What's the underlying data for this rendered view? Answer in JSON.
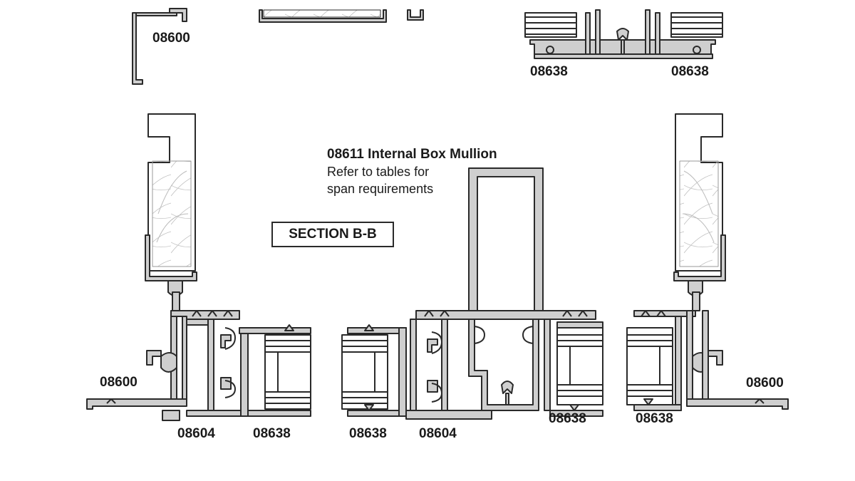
{
  "labels": {
    "top_left": "08600",
    "top_mid_left": "08638",
    "top_mid_right": "08638",
    "left_sill": "08600",
    "right_sill": "08600",
    "bottom_1": "08604",
    "bottom_2": "08638",
    "bottom_3": "08638",
    "bottom_4": "08604",
    "bottom_5": "08638",
    "bottom_6": "08638"
  },
  "mullion_note": {
    "title": "08611 Internal Box Mullion",
    "line1": "Refer to tables for",
    "line2": "span requirements"
  },
  "section_title": "SECTION B-B",
  "colors": {
    "profile_fill": "#cfcfcf",
    "profile_stroke": "#2a2a2a",
    "wood_grain": "#b8b8b8",
    "background": "#ffffff"
  }
}
